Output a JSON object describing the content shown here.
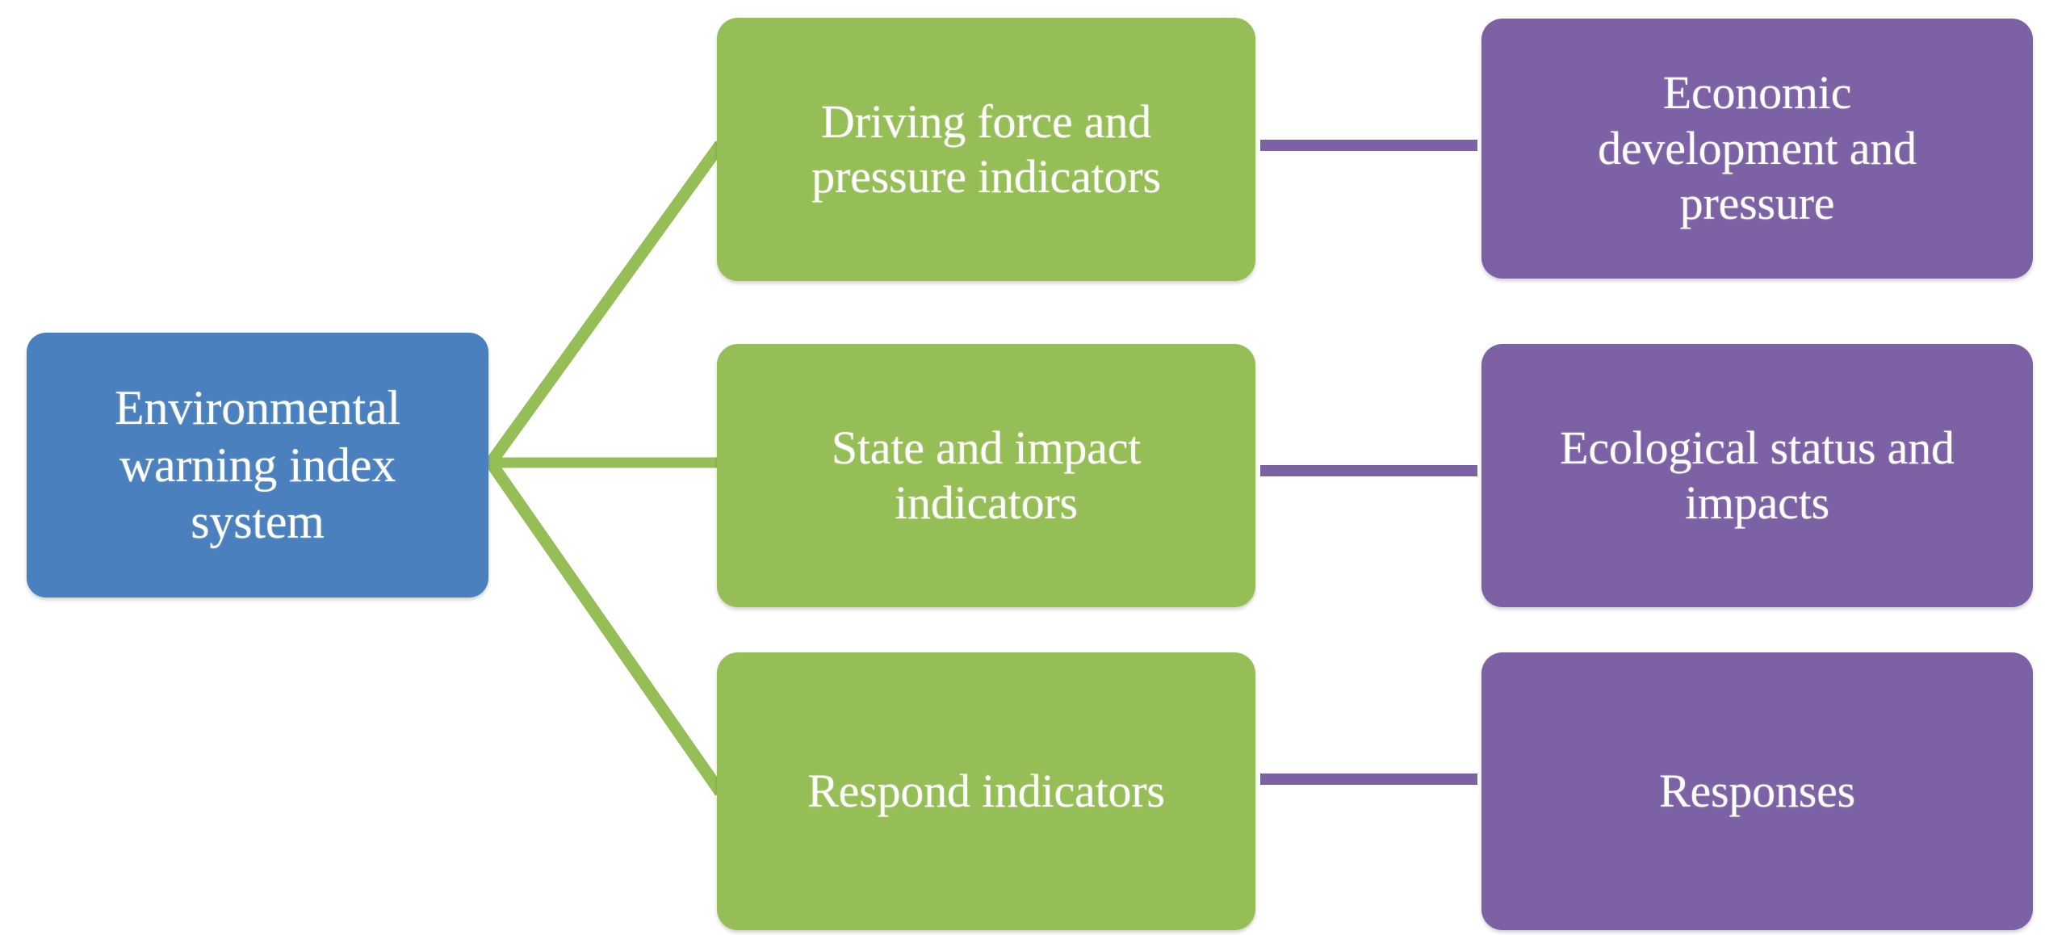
{
  "diagram": {
    "type": "hierarchy-flow",
    "root": {
      "label": "Environmental\nwarning index\nsystem",
      "color": "#4a80bd"
    },
    "columns": {
      "middle_color": "#96be56",
      "right_color": "#7c61a5",
      "branch_line_color": "#96be56",
      "link_line_color": "#7c61a5"
    },
    "rows": [
      {
        "indicator": "Driving force and\npressure indicators",
        "outcome": "Economic\ndevelopment and\npressure"
      },
      {
        "indicator": "State and impact\nindicators",
        "outcome": "Ecological status and\nimpacts"
      },
      {
        "indicator": "Respond indicators",
        "outcome": "Responses"
      }
    ]
  }
}
